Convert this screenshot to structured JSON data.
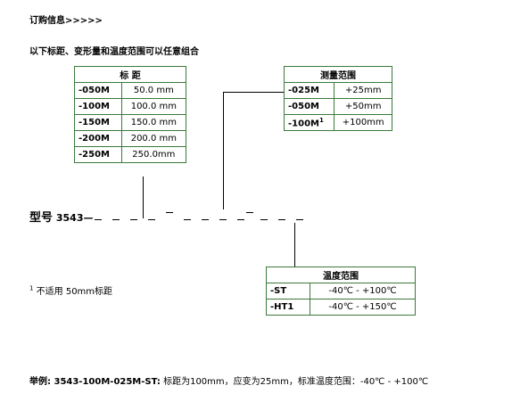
{
  "heading": "订购信息>>>>>",
  "subheading": "以下标距、变形量和温度范围可以任意组合",
  "gauge_table": {
    "title": "标 距",
    "rows": [
      {
        "code": "-050M",
        "value": "50.0 mm"
      },
      {
        "code": "-100M",
        "value": "100.0 mm"
      },
      {
        "code": "-150M",
        "value": "150.0 mm"
      },
      {
        "code": "-200M",
        "value": "200.0 mm"
      },
      {
        "code": "-250M",
        "value": "250.0mm"
      }
    ]
  },
  "range_table": {
    "title": "测量范围",
    "rows": [
      {
        "code": "-025M",
        "value": "+25mm"
      },
      {
        "code": "-050M",
        "value": "+50mm"
      },
      {
        "code": "-100M",
        "sup": "1",
        "value": "+100mm"
      }
    ]
  },
  "temp_table": {
    "title": "温度范围",
    "rows": [
      {
        "code": "-ST",
        "value": "-40℃ - +100℃"
      },
      {
        "code": "-HT1",
        "value": "-40℃ - +150℃"
      }
    ]
  },
  "model": {
    "label": "型号",
    "prefix": "3543—"
  },
  "footnote": {
    "sup": "1",
    "text": "不适用 50mm标距"
  },
  "example": {
    "label": "举例: 3543-100M-025M-ST:",
    "text": "标距为100mm，应变为25mm，标准温度范围：-40℃ - +100℃"
  }
}
